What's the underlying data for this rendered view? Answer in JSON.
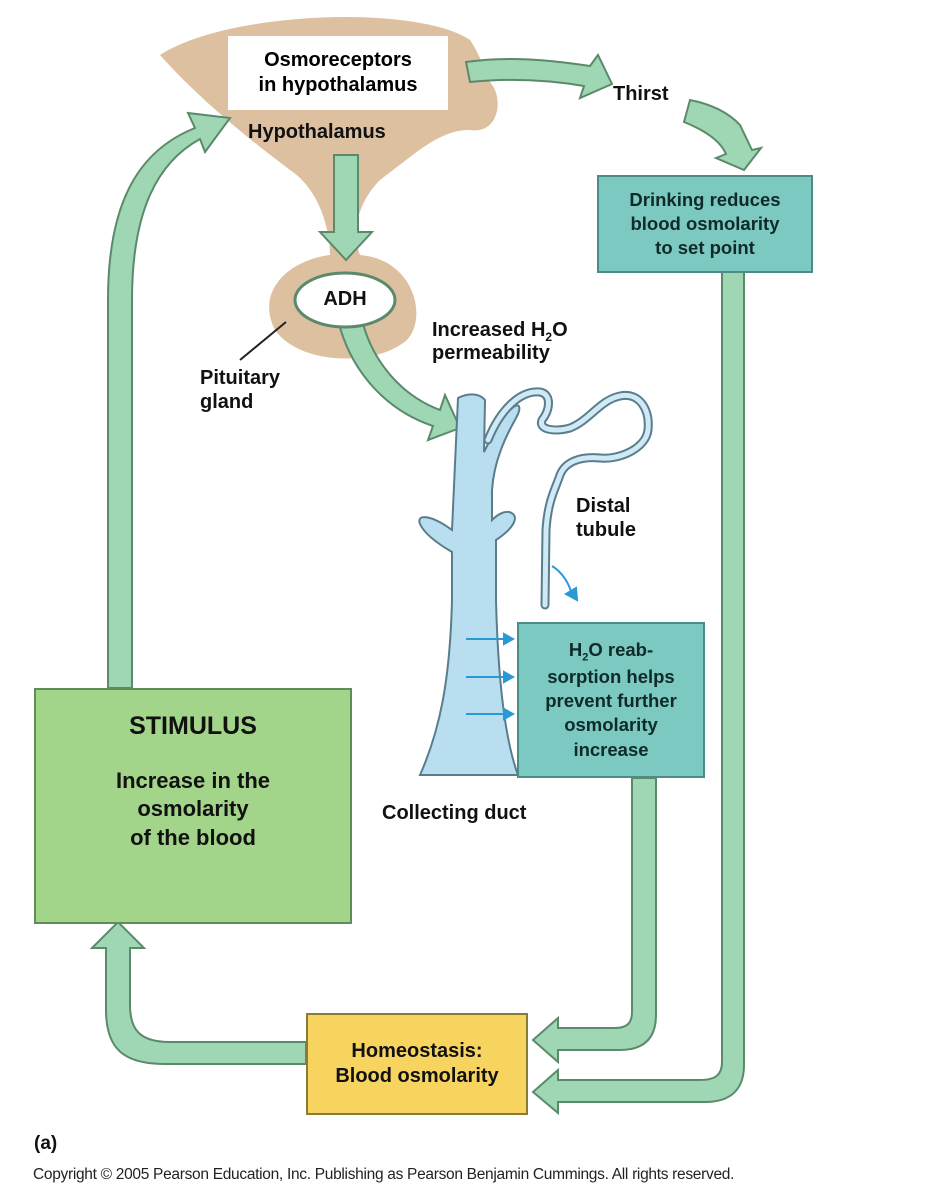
{
  "figure": {
    "panel_label": "(a)",
    "copyright": "Copyright © 2005 Pearson Education, Inc. Publishing as Pearson Benjamin Cummings. All rights reserved."
  },
  "labels": {
    "osmoreceptors_line1": "Osmoreceptors",
    "osmoreceptors_line2": "in hypothalamus",
    "hypothalamus": "Hypothalamus",
    "thirst": "Thirst",
    "adh": "ADH",
    "pituitary_line1": "Pituitary",
    "pituitary_line2": "gland",
    "permeability_line1_pre": "Increased H",
    "permeability_line1_sub": "2",
    "permeability_line1_post": "O",
    "permeability_line2": "permeability",
    "distal_line1": "Distal",
    "distal_line2": "tubule",
    "collecting_duct": "Collecting duct"
  },
  "boxes": {
    "drinking": [
      "Drinking reduces",
      "blood osmolarity",
      "to set point"
    ],
    "reabsorption": {
      "line1_pre": "H",
      "line1_sub": "2",
      "line1_post": "O reab-",
      "lines": [
        "sorption helps",
        "prevent further",
        "osmolarity",
        "increase"
      ]
    },
    "stimulus": {
      "title": "STIMULUS",
      "lines": [
        "Increase in the",
        "osmolarity",
        "of the blood"
      ]
    },
    "homeostasis": [
      "Homeostasis:",
      "Blood osmolarity"
    ]
  },
  "colors": {
    "arrow_fill": "#9fd6b3",
    "arrow_stroke": "#5b8a6b",
    "tissue": "#dcc0a0",
    "duct_fill": "#b9def0",
    "duct_stroke": "#5a7d8c",
    "water_arrow": "#2a9ad6"
  }
}
